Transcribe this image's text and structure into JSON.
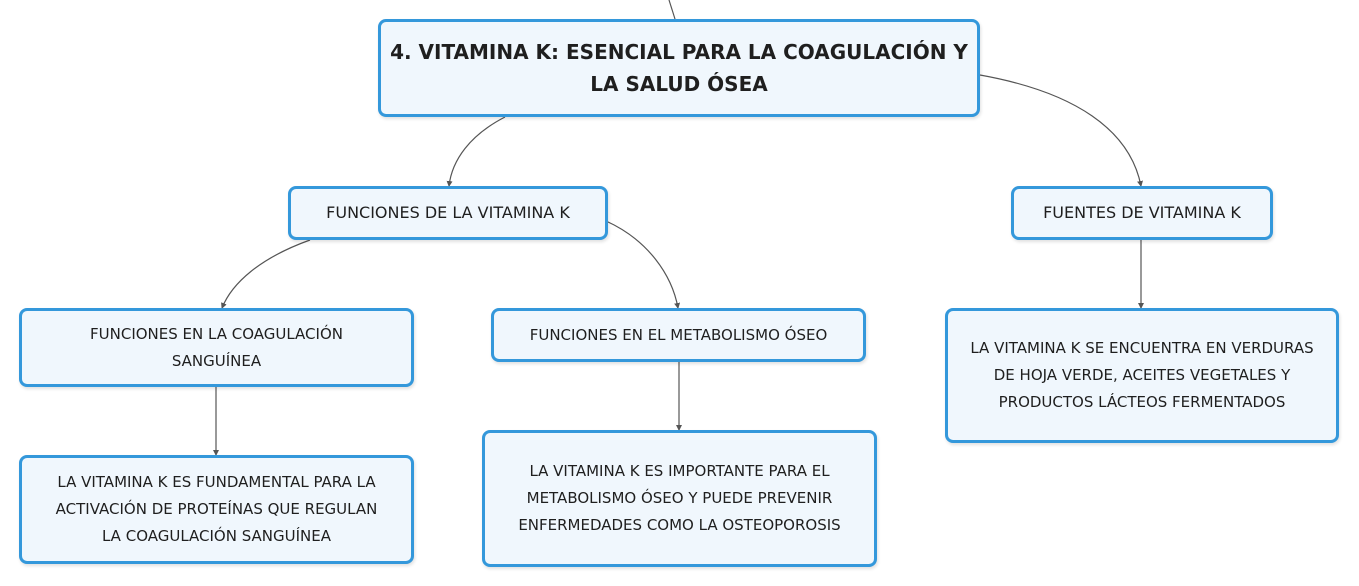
{
  "central": {
    "line1": "4. VITAMINA K: ESENCIAL PARA LA COAGULACIÓN Y",
    "line2": "LA SALUD ÓSEA"
  },
  "funciones": {
    "label": "FUNCIONES DE LA VITAMINA K"
  },
  "fuentes": {
    "label": "FUENTES DE VITAMINA K",
    "detail": {
      "line1": "LA VITAMINA K SE ENCUENTRA EN VERDURAS",
      "line2": "DE HOJA VERDE, ACEITES VEGETALES Y",
      "line3": "PRODUCTOS LÁCTEOS FERMENTADOS"
    }
  },
  "coagulacion": {
    "line1": "FUNCIONES EN LA COAGULACIÓN",
    "line2": "SANGUÍNEA",
    "detail": {
      "line1": "LA VITAMINA K ES FUNDAMENTAL PARA LA",
      "line2": "ACTIVACIÓN DE PROTEÍNAS QUE REGULAN",
      "line3": "LA COAGULACIÓN SANGUÍNEA"
    }
  },
  "metabolismo": {
    "label": "FUNCIONES EN EL METABOLISMO ÓSEO",
    "detail": {
      "line1": "LA VITAMINA K ES IMPORTANTE PARA EL",
      "line2": "METABOLISMO ÓSEO Y PUEDE PREVENIR",
      "line3": "ENFERMEDADES COMO LA OSTEOPOROSIS"
    }
  },
  "colors": {
    "node_border": "#3498db",
    "node_fill": "#f0f7fd",
    "connector": "#555555"
  }
}
